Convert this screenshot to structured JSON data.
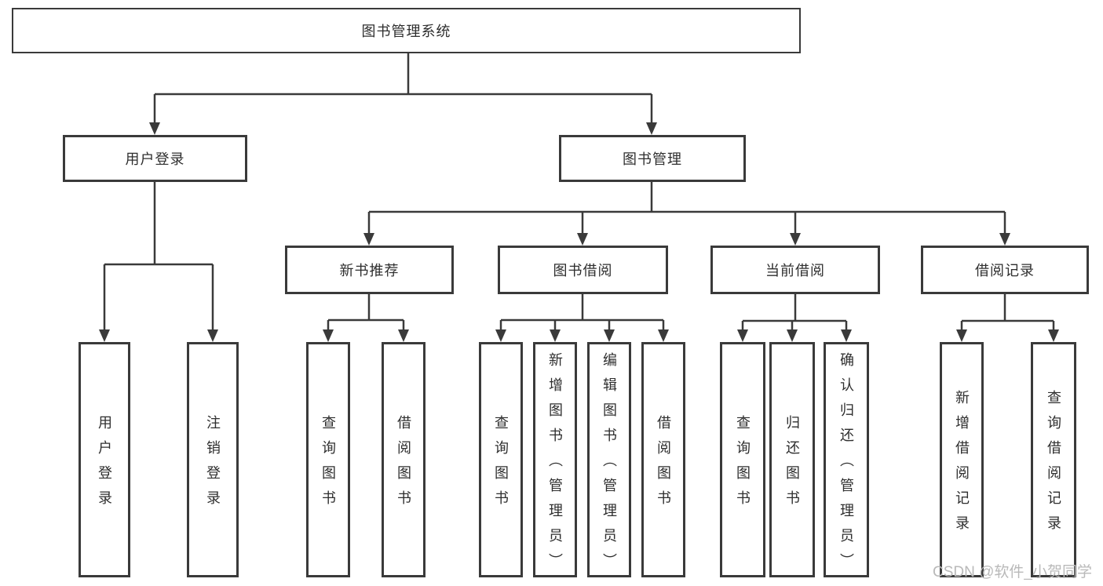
{
  "diagram": {
    "root": {
      "label": "图书管理系统"
    },
    "level2": [
      {
        "label": "用户登录"
      },
      {
        "label": "图书管理"
      }
    ],
    "level3": [
      {
        "label": "新书推荐"
      },
      {
        "label": "图书借阅"
      },
      {
        "label": "当前借阅"
      },
      {
        "label": "借阅记录"
      }
    ],
    "leaves": {
      "user_login": [
        "用户登录",
        "注销登录"
      ],
      "new_books": [
        "查询图书",
        "借阅图书"
      ],
      "book_borrow": [
        "查询图书",
        "新增图书（管理员）",
        "编辑图书（管理员）",
        "借阅图书"
      ],
      "current_borrow": [
        "查询图书",
        "归还图书",
        "确认归还（管理员）"
      ],
      "borrow_records": [
        "新增借阅记录",
        "查询借阅记录"
      ]
    }
  },
  "watermark": {
    "text": "CSDN @软件_小贺同学"
  },
  "colors": {
    "line": "#3a3a3a",
    "text": "#2e2e2e",
    "background": "#ffffff",
    "watermark": "#b9b9b9"
  }
}
